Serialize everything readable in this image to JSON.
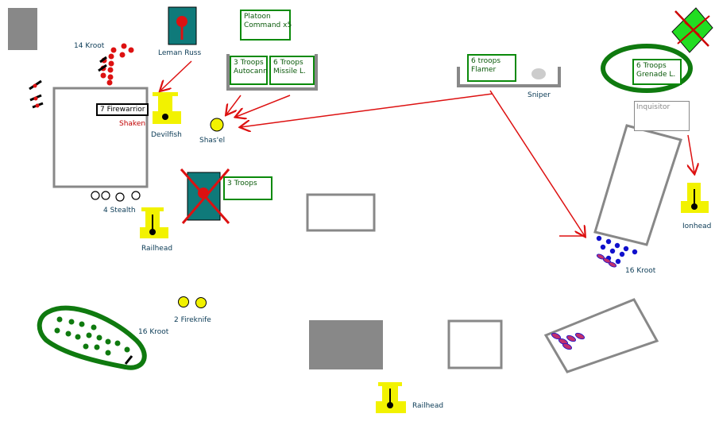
{
  "units": {
    "kroot_top": "14 Kroot",
    "leman_russ": "Leman Russ",
    "platoon_command": [
      "Platoon",
      "Command x5"
    ],
    "troops_autocann": [
      "3 Troops",
      "Autocann"
    ],
    "troops_missile": [
      "6 Troops",
      "Missile L."
    ],
    "troops_flamer": [
      "6  troops",
      "Flamer"
    ],
    "sniper": "Sniper",
    "troops_grenade": [
      "6 Troops",
      "Grenade L."
    ],
    "inquisitor": "Inquisitor",
    "firewarrior": "7 Firewarrior",
    "shaken": "Shaken",
    "devilfish": "Devilfish",
    "shasel": "Shas'el",
    "troops_center": "3 Troops",
    "stealth": "4 Stealth",
    "railhead_left": "Railhead",
    "ionhead": "Ionhead",
    "kroot_right": "16 Kroot",
    "kroot_left": "16 Kroot",
    "fireknife": "2 Fireknife",
    "railhead_bottom": "Railhead"
  },
  "colors": {
    "terrain_gray": "#888888",
    "tau_yellow": "#f2f200",
    "arrow_red": "#dd1111",
    "forest_green": "#0f7a0f",
    "tank_teal": "#0f7a7a",
    "kroot_red": "#dd1111",
    "kroot_blue": "#1010cc"
  }
}
